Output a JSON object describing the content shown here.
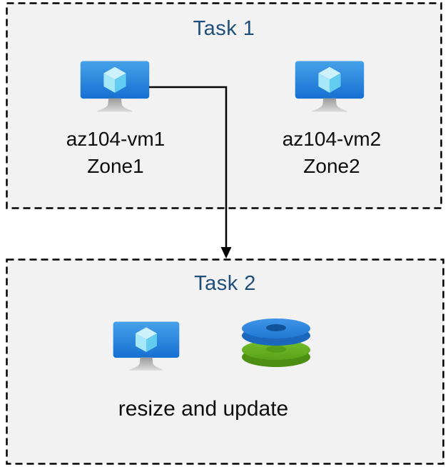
{
  "diagram": {
    "tasks": [
      {
        "title": "Task 1",
        "vms": [
          {
            "name": "az104-vm1",
            "zone": "Zone1"
          },
          {
            "name": "az104-vm2",
            "zone": "Zone2"
          }
        ]
      },
      {
        "title": "Task 2",
        "caption": "resize and update"
      }
    ],
    "icons": {
      "vm": "virtual-machine-icon",
      "disks": "managed-disks-icon",
      "arrow": "flow-arrow"
    },
    "colors": {
      "title_text": "#1f4e79",
      "box_fill": "#f2f2f2",
      "box_border": "#000000",
      "label_text": "#0d0d0d",
      "arrow": "#000000",
      "vm_screen_top": "#46a1ea",
      "vm_screen_bottom": "#1670d2",
      "vm_cube_top": "#cdf1fd",
      "vm_cube_left": "#a6e7f9",
      "vm_cube_right": "#62cdf0",
      "disk_blue_top": "#2f86dd",
      "disk_blue_side": "#1a67bd",
      "disk_blue_hole": "#10549c",
      "disk_green_top": "#65b122",
      "disk_green_side": "#4d8f12",
      "disk_green_hole": "#549d18"
    }
  }
}
